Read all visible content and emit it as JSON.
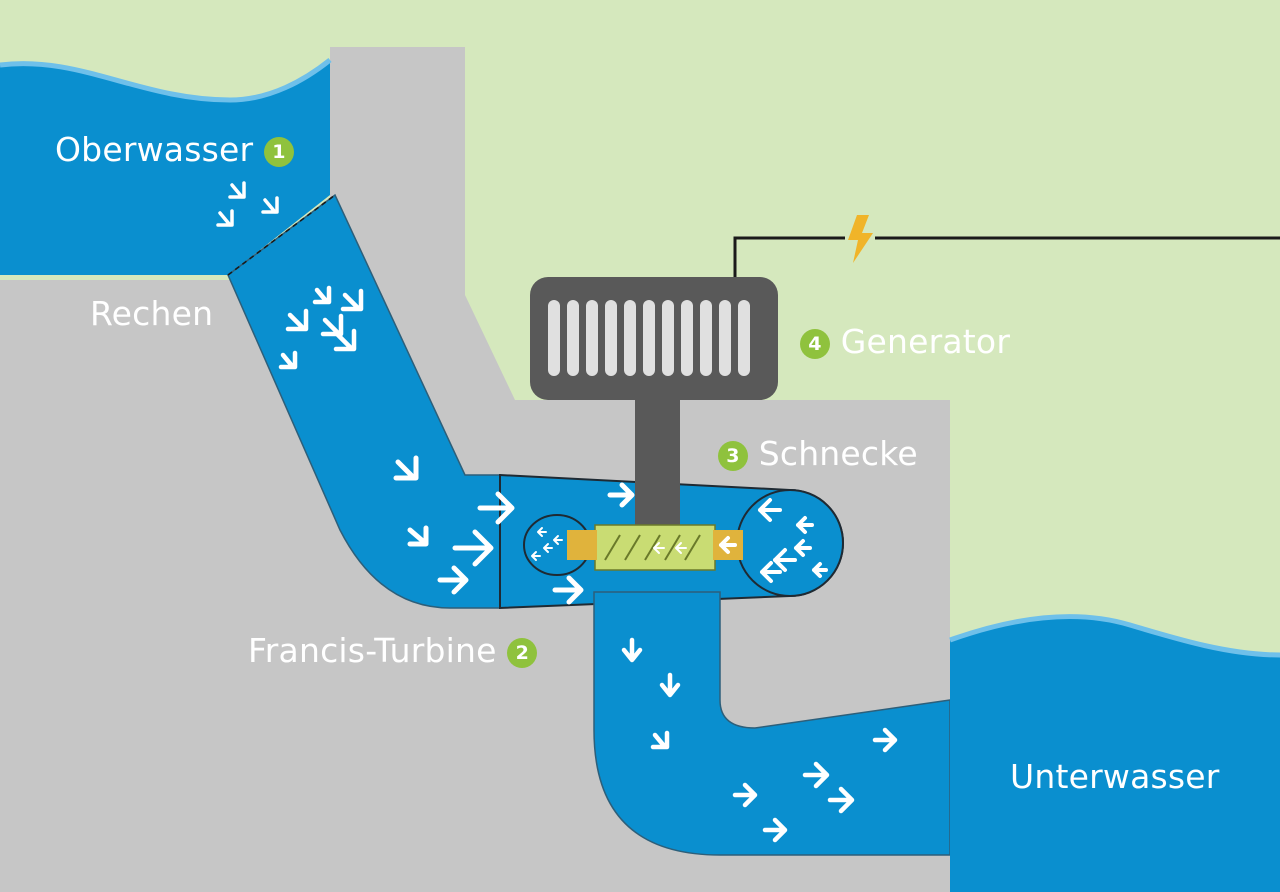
{
  "labels": {
    "oberwasser": "Oberwasser",
    "oberwasser_number": "1",
    "rechen": "Rechen",
    "francis": "Francis-Turbine",
    "francis_number": "2",
    "schnecke": "Schnecke",
    "schnecke_number": "3",
    "generator": "Generator",
    "generator_number": "4",
    "unterwasser": "Unterwasser"
  },
  "colors": {
    "land": "#d5e8bd",
    "concrete": "#c6c6c6",
    "water": "#0a8fcf",
    "water_edge": "#6fc0ea",
    "generator": "#595959",
    "badge": "#8fc23d",
    "runner": "#c9dc73",
    "runner_ring": "#e0b33c",
    "lightning": "#f0b429"
  },
  "icons": [
    "lightning-icon",
    "flow-arrow-icon",
    "generator-icon"
  ]
}
